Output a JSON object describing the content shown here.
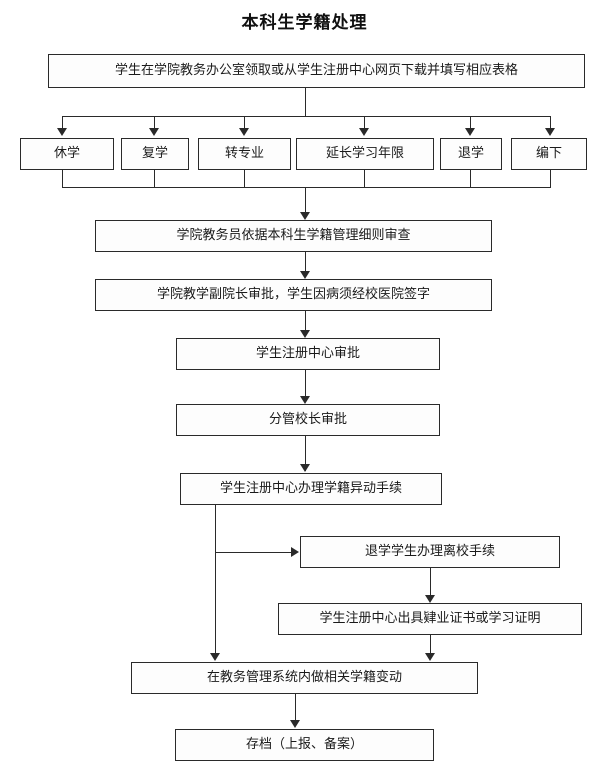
{
  "document": {
    "title": "本科生学籍处理"
  },
  "flow": {
    "start": {
      "label": "学生在学院教务办公室领取或从学生注册中心网页下载并填写相应表格"
    },
    "branches": [
      {
        "label": "休学"
      },
      {
        "label": "复学"
      },
      {
        "label": "转专业"
      },
      {
        "label": "延长学习年限"
      },
      {
        "label": "退学"
      },
      {
        "label": "编下"
      }
    ],
    "steps": [
      {
        "id": "review",
        "label": "学院教务员依据本科生学籍管理细则审查"
      },
      {
        "id": "vicedean",
        "label": "学院教学副院长审批，学生因病须经校医院签字"
      },
      {
        "id": "registry",
        "label": "学生注册中心审批"
      },
      {
        "id": "vicepres",
        "label": "分管校长审批"
      },
      {
        "id": "change",
        "label": "学生注册中心办理学籍异动手续"
      }
    ],
    "side": [
      {
        "id": "leaving",
        "label": "退学学生办理离校手续"
      },
      {
        "id": "certificate",
        "label": "学生注册中心出具肄业证书或学习证明"
      }
    ],
    "tail": [
      {
        "id": "system",
        "label": "在教务管理系统内做相关学籍变动"
      },
      {
        "id": "archive",
        "label": "存档（上报、备案）"
      }
    ]
  },
  "style": {
    "line_color": "#2a2a2a",
    "box_fill": "#fdfdfd",
    "text_color": "#1a1a1a"
  }
}
